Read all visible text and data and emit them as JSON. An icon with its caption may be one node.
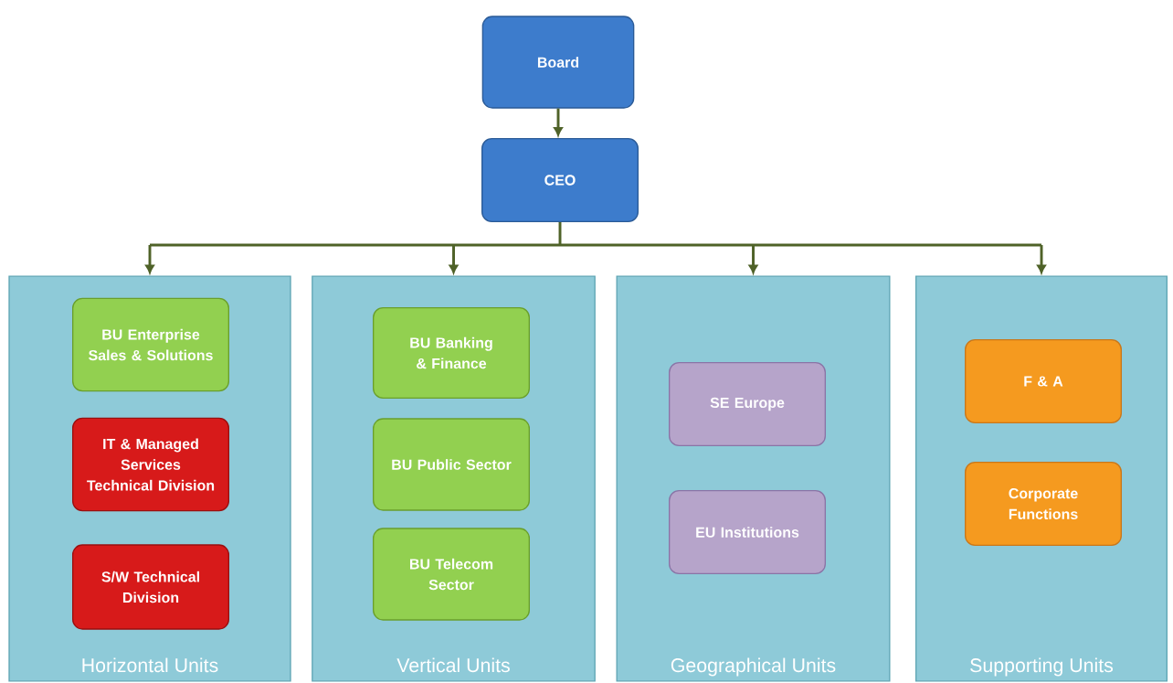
{
  "diagram": {
    "nodes": [
      {
        "text": [
          "Board"
        ]
      },
      {
        "text": [
          "CEO"
        ]
      },
      {
        "text": [
          "Horizontal Units"
        ]
      },
      {
        "text": [
          "BU Enterprise Sales & Solutions"
        ],
        "in": 2
      },
      {
        "text": [
          "IT & Managed Services Technical Division"
        ],
        "in": 2
      },
      {
        "text": [
          "S/W Technical Division"
        ],
        "in": 2
      },
      {
        "text": [
          "Vertical Units"
        ]
      },
      {
        "text": [
          "BU Banking & Finance"
        ],
        "in": 6
      },
      {
        "text": [
          "BU Public Sector"
        ],
        "in": 6
      },
      {
        "text": [
          "BU Telecom Sector"
        ],
        "in": 6
      },
      {
        "text": [
          "Geographical Units"
        ]
      },
      {
        "text": [
          "SE Europe"
        ],
        "in": 10
      },
      {
        "text": [
          "EU Institutions"
        ],
        "in": 10
      },
      {
        "text": [
          "Supporting Units"
        ]
      },
      {
        "text": [
          "F & A"
        ],
        "in": 13
      },
      {
        "text": [
          "Corporate Functions"
        ],
        "in": 13
      }
    ],
    "edges": [
      {
        "from": 0,
        "to": 1,
        "arrow": "to"
      },
      {
        "from": 1,
        "to": 2,
        "arrow": "to"
      },
      {
        "from": 1,
        "to": 6,
        "arrow": "to"
      },
      {
        "from": 1,
        "to": 10,
        "arrow": "to"
      },
      {
        "from": 1,
        "to": 13,
        "arrow": "to"
      }
    ]
  }
}
